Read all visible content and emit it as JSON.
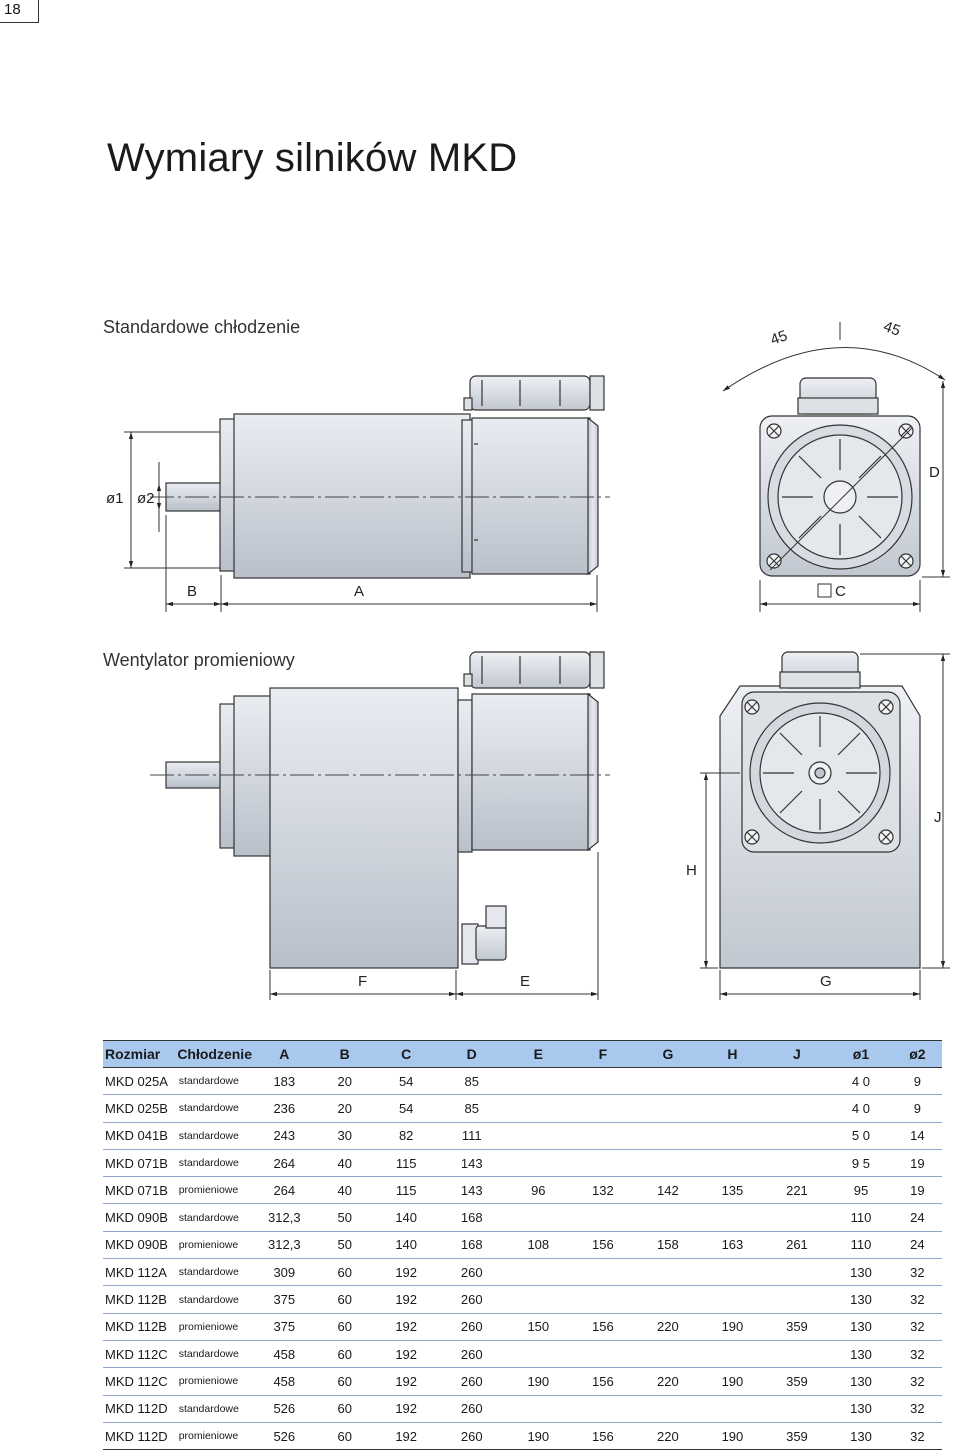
{
  "page": {
    "number": "18",
    "title": "Wymiary silników MKD"
  },
  "sections": {
    "standard": "Standardowe chłodzenie",
    "radial": "Wentylator promieniowy"
  },
  "labels": {
    "d1": "ø1",
    "d2": "ø2",
    "A": "A",
    "B": "B",
    "C": "C",
    "D": "D",
    "E": "E",
    "F": "F",
    "G": "G",
    "H": "H",
    "J": "J",
    "angle1": "45",
    "angle2": "45"
  },
  "table": {
    "headers": [
      "Rozmiar",
      "Chłodzenie",
      "A",
      "B",
      "C",
      "D",
      "E",
      "F",
      "G",
      "H",
      "J",
      "ø1",
      "ø2"
    ],
    "rows": [
      [
        "MKD 025A",
        "standardowe",
        "183",
        "20",
        "54",
        "85",
        "",
        "",
        "",
        "",
        "",
        "4 0",
        "9"
      ],
      [
        "MKD 025B",
        "standardowe",
        "236",
        "20",
        "54",
        "85",
        "",
        "",
        "",
        "",
        "",
        "4 0",
        "9"
      ],
      [
        "MKD 041B",
        "standardowe",
        "243",
        "30",
        "82",
        "111",
        "",
        "",
        "",
        "",
        "",
        "5 0",
        "14"
      ],
      [
        "MKD 071B",
        "standardowe",
        "264",
        "40",
        "115",
        "143",
        "",
        "",
        "",
        "",
        "",
        "9 5",
        "19"
      ],
      [
        "MKD 071B",
        "promieniowe",
        "264",
        "40",
        "115",
        "143",
        "96",
        "132",
        "142",
        "135",
        "221",
        "95",
        "19"
      ],
      [
        "MKD 090B",
        "standardowe",
        "312,3",
        "50",
        "140",
        "168",
        "",
        "",
        "",
        "",
        "",
        "110",
        "24"
      ],
      [
        "MKD 090B",
        "promieniowe",
        "312,3",
        "50",
        "140",
        "168",
        "108",
        "156",
        "158",
        "163",
        "261",
        "110",
        "24"
      ],
      [
        "MKD 112A",
        "standardowe",
        "309",
        "60",
        "192",
        "260",
        "",
        "",
        "",
        "",
        "",
        "130",
        "32"
      ],
      [
        "MKD 112B",
        "standardowe",
        "375",
        "60",
        "192",
        "260",
        "",
        "",
        "",
        "",
        "",
        "130",
        "32"
      ],
      [
        "MKD 112B",
        "promieniowe",
        "375",
        "60",
        "192",
        "260",
        "150",
        "156",
        "220",
        "190",
        "359",
        "130",
        "32"
      ],
      [
        "MKD 112C",
        "standardowe",
        "458",
        "60",
        "192",
        "260",
        "",
        "",
        "",
        "",
        "",
        "130",
        "32"
      ],
      [
        "MKD 112C",
        "promieniowe",
        "458",
        "60",
        "192",
        "260",
        "190",
        "156",
        "220",
        "190",
        "359",
        "130",
        "32"
      ],
      [
        "MKD 112D",
        "standardowe",
        "526",
        "60",
        "192",
        "260",
        "",
        "",
        "",
        "",
        "",
        "130",
        "32"
      ],
      [
        "MKD 112D",
        "promieniowe",
        "526",
        "60",
        "192",
        "260",
        "190",
        "156",
        "220",
        "190",
        "359",
        "130",
        "32"
      ]
    ]
  }
}
